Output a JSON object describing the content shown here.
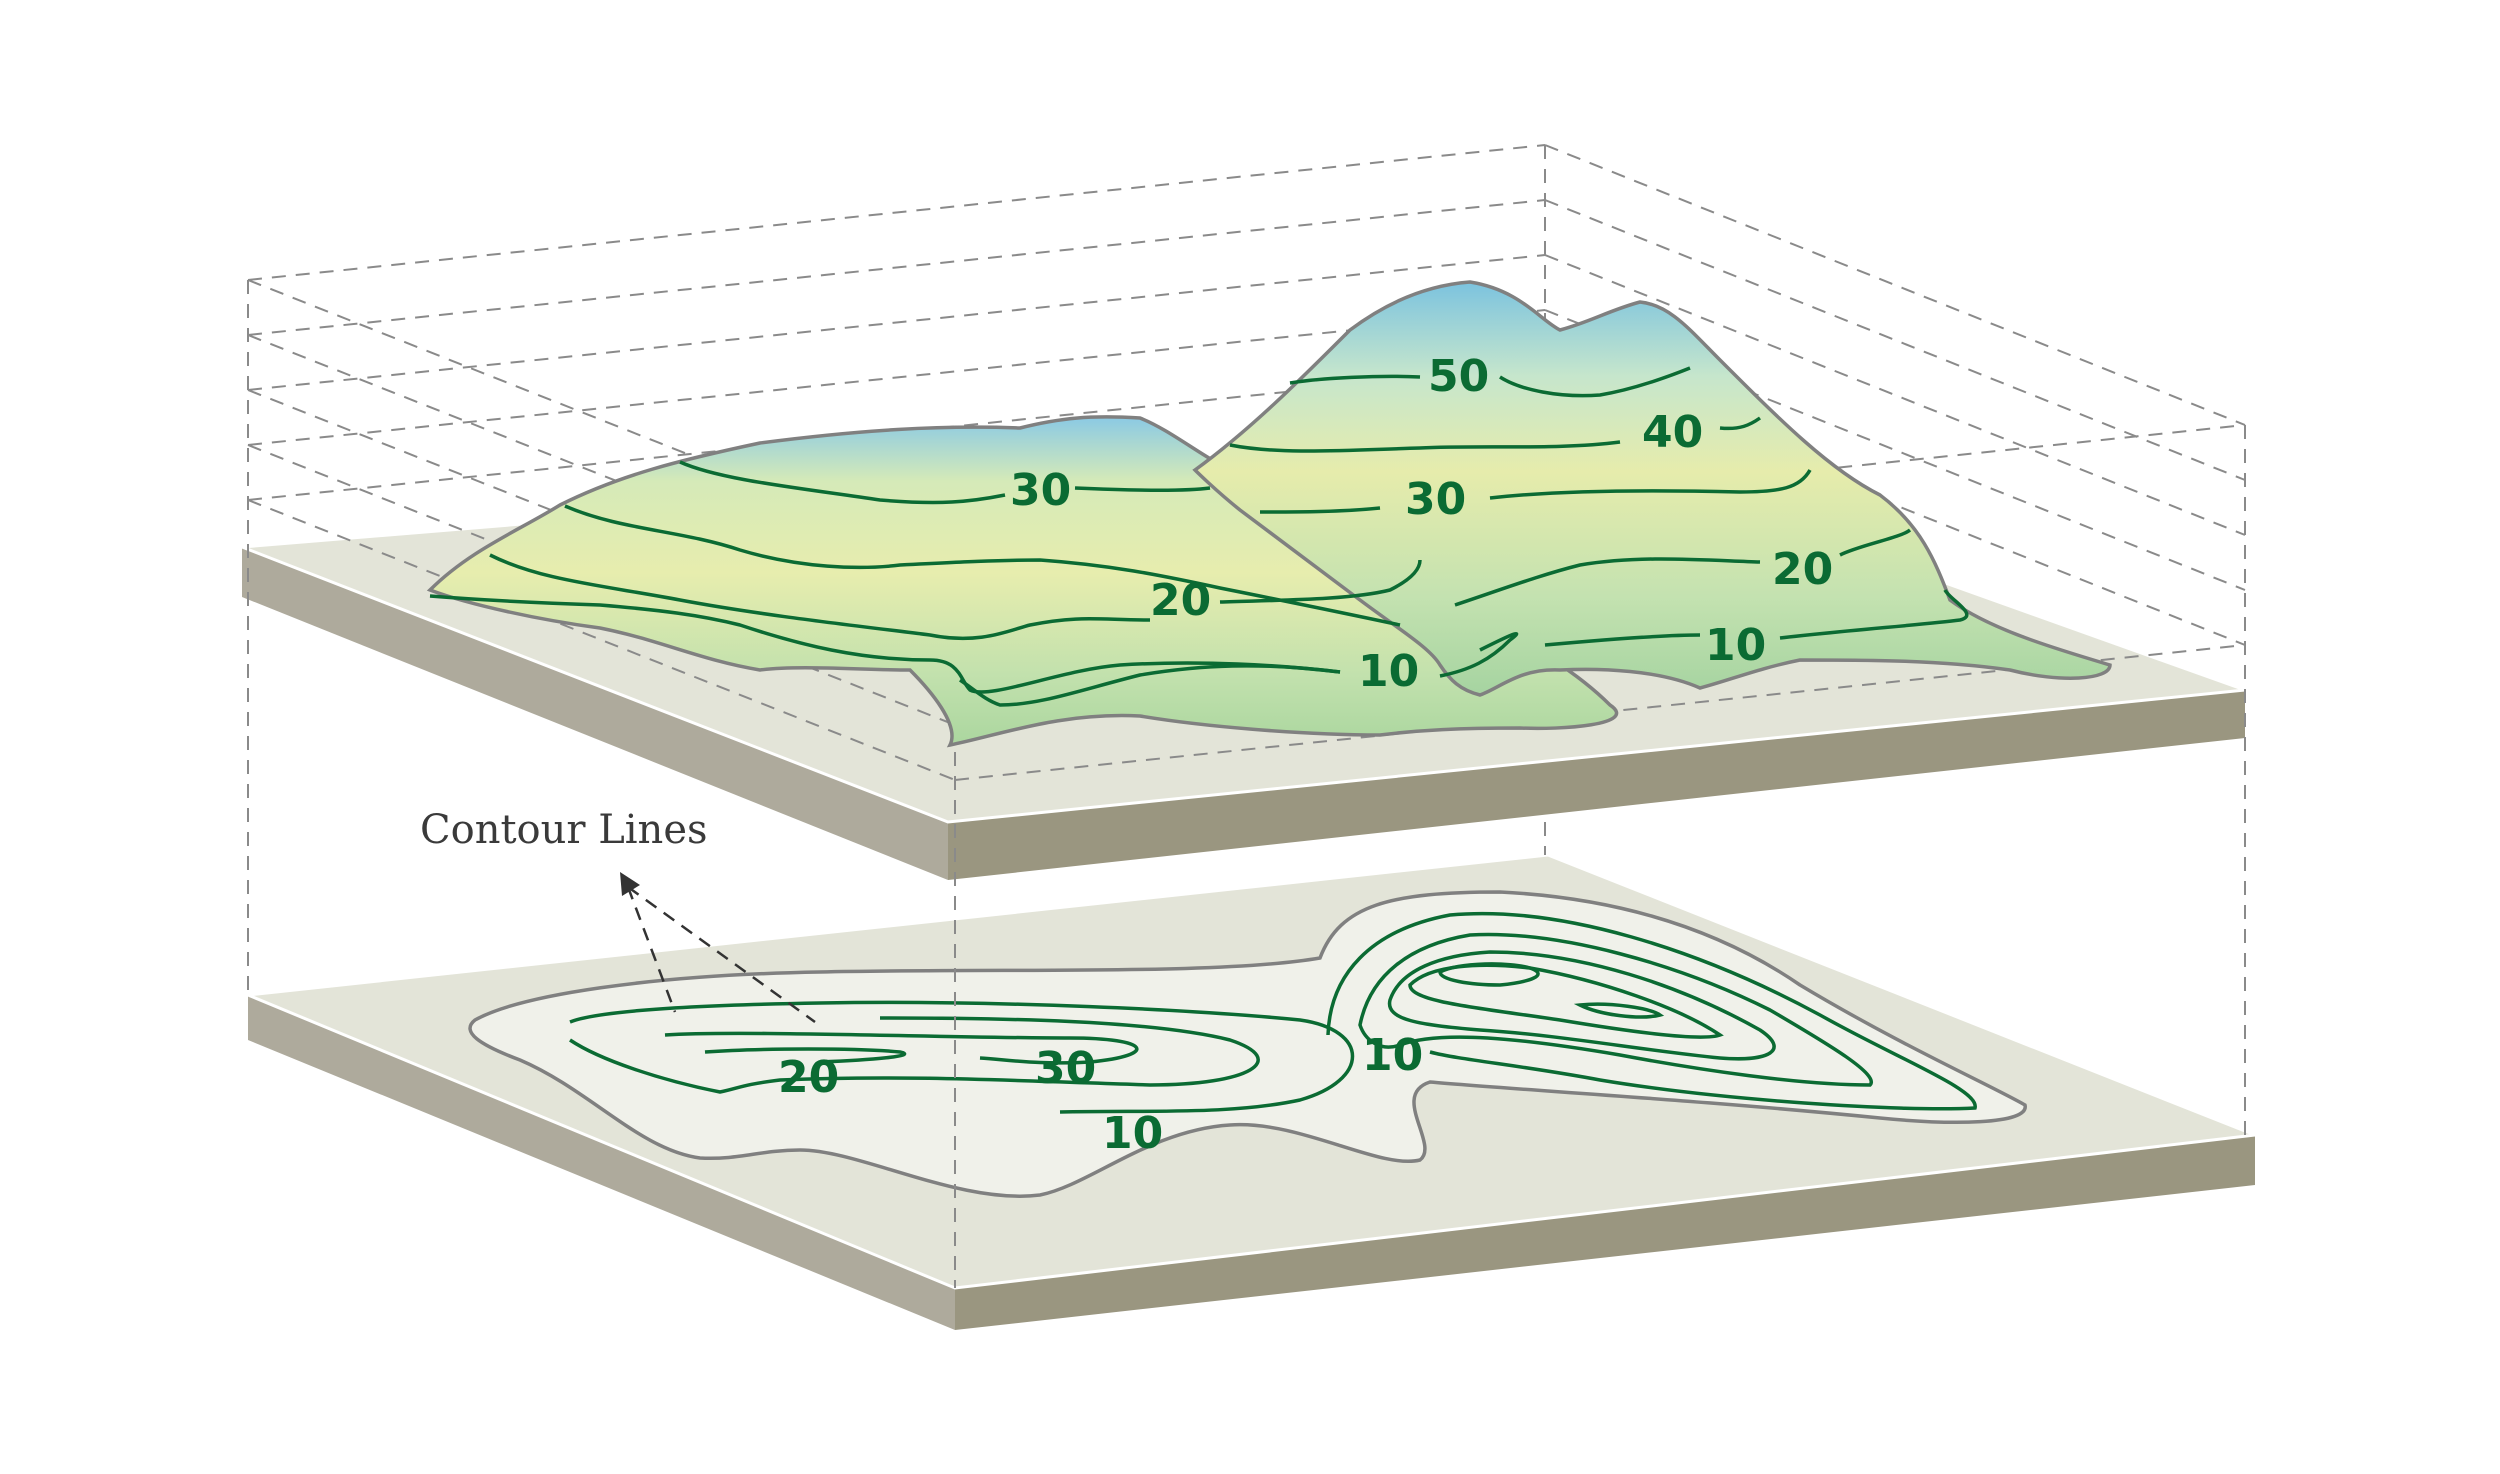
{
  "caption": "Contour Lines",
  "colors": {
    "contour_line": "#0b6b33",
    "label_text": "#0b6b33",
    "outline": "#808080",
    "slab_top": "#e3e4d8",
    "slab_front": "#9a9680",
    "slab_side": "#aeaa9c",
    "map_fill": "#f0f1ea",
    "guide": "#8a8a8a",
    "terrain_low": "#a6d49c",
    "terrain_mid": "#e6ecac",
    "terrain_high": "#7ec4de"
  },
  "terrain_labels": {
    "left_30": "30",
    "left_20": "20",
    "left_10": "10",
    "right_50": "50",
    "right_40": "40",
    "right_30": "30",
    "right_20": "20",
    "right_10": "10"
  },
  "map_labels": {
    "l_20": "20",
    "l_30": "30",
    "l_10": "10",
    "r_10": "10"
  }
}
